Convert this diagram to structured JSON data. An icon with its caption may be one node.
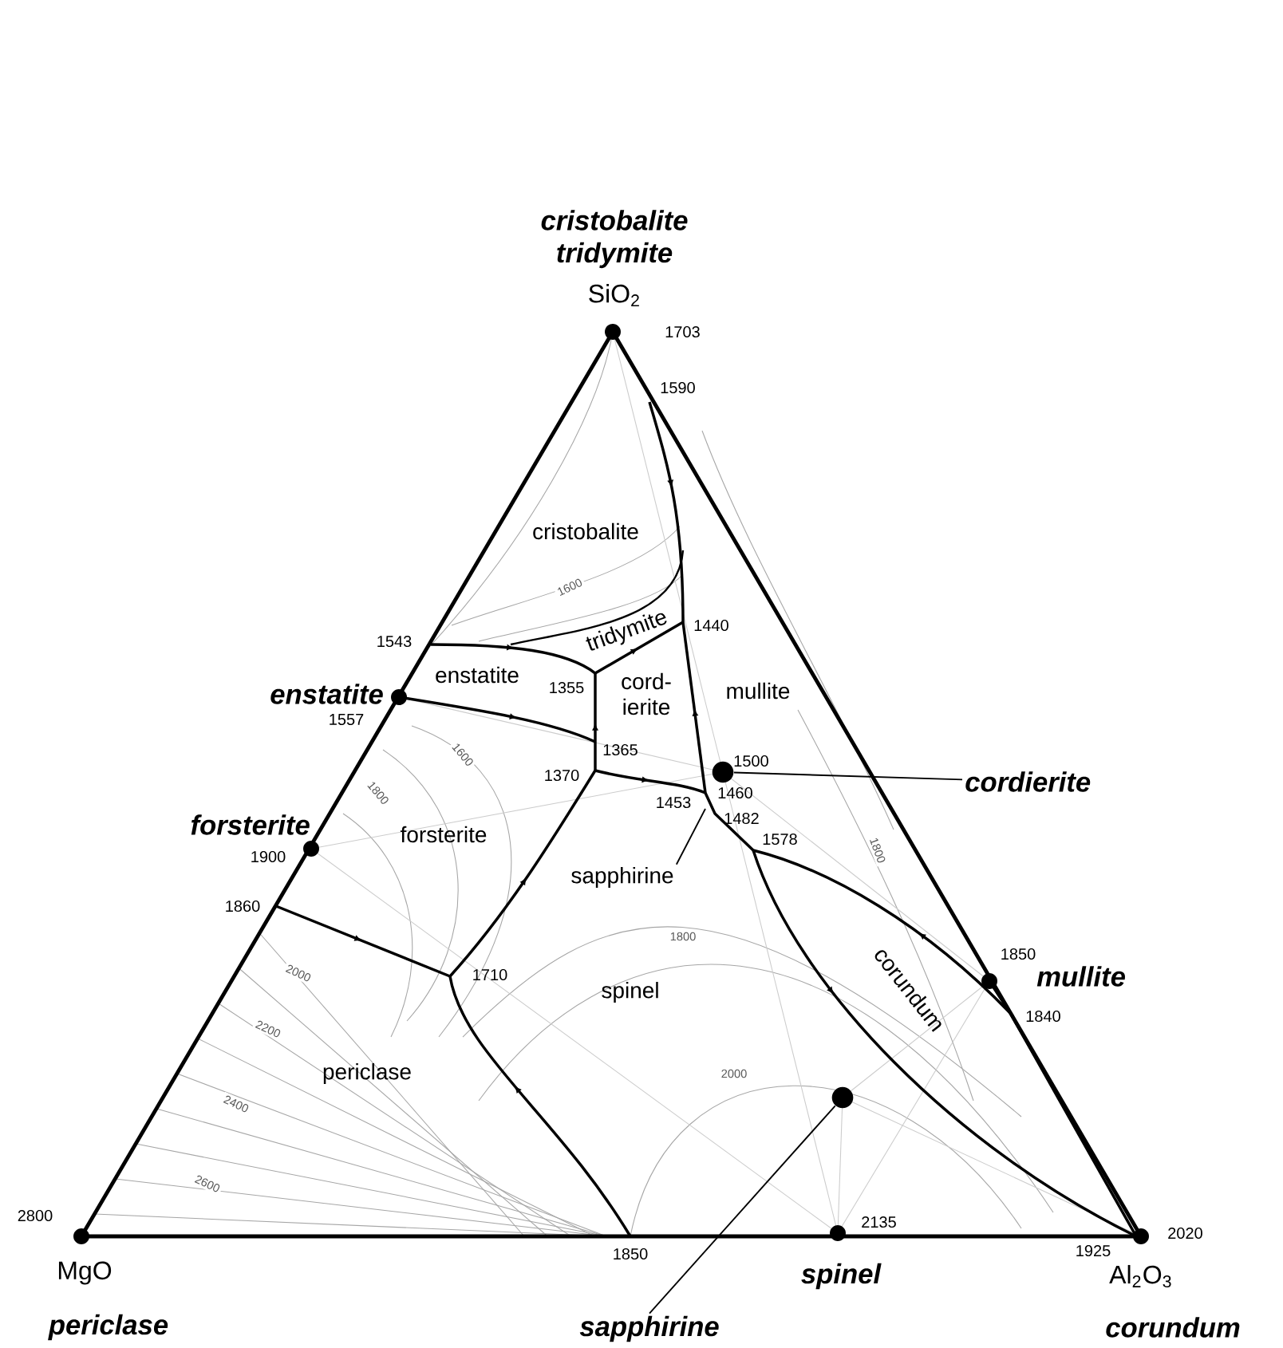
{
  "diagram": {
    "nodes": [
      {
        "text": [
          "cordierite"
        ]
      },
      {
        "text": [],
        "shape": "circle"
      },
      {
        "text": [
          "sapphirine"
        ]
      },
      {
        "text": [],
        "shape": "circle"
      },
      {
        "text": [
          "sapphirine"
        ]
      }
    ],
    "edges": [
      {
        "from": 0,
        "to": 1,
        "arrow": "none"
      },
      {
        "from": 2,
        "to": 3,
        "arrow": "none"
      },
      {
        "from": 4,
        "to": null,
        "arrow": "none"
      }
    ],
    "labels": [
      "cristobalite",
      "tridymite",
      "SiO$_{2}$",
      "1703",
      "1590",
      "cristobalite",
      "1600",
      "1543",
      "tridymite",
      "1440",
      "enstatite",
      "enstatite",
      "1355",
      "cord- ierite",
      "mullite",
      "1557",
      "1365",
      "1600",
      "1500",
      "1370",
      "1460",
      "1800",
      "1453",
      "forsterite",
      "1482",
      "forsterite",
      "1578",
      "1800",
      "1900",
      "1860",
      "1800",
      "1850",
      "1710",
      "2000",
      "mullite",
      "spinel",
      "corundum",
      "1840",
      "2200",
      "2000",
      "periclase",
      "2400",
      "2600",
      "2800",
      "2135",
      "2020",
      "1850",
      "1925",
      "MgO",
      "spinel",
      "Al$_{2}$O$_{3}$",
      "periclase",
      "corundum"
    ]
  }
}
